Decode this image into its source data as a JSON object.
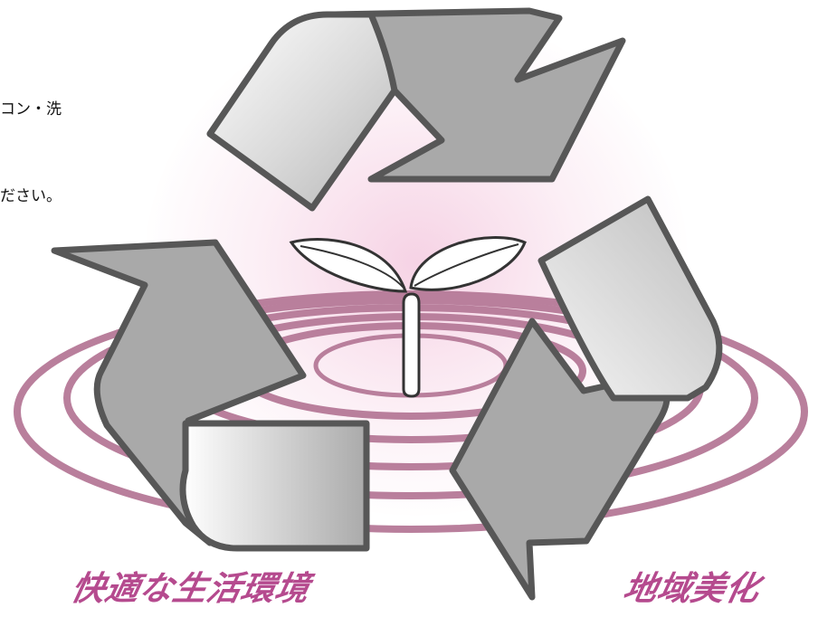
{
  "body_text": {
    "line_1": "コン・洗",
    "line_2": "ださい。"
  },
  "captions": {
    "left": "快適な生活環境",
    "right": "地域美化"
  },
  "colors": {
    "caption": "#b54a8e",
    "ripple": "#b97f9c",
    "arrow_fill": "#a9a9a9",
    "arrow_outline": "#575757",
    "glow": "#f4c7dd"
  },
  "illustration": {
    "symbol": "recycle-arrows",
    "center": "sprout",
    "background": "ripple-rings"
  }
}
